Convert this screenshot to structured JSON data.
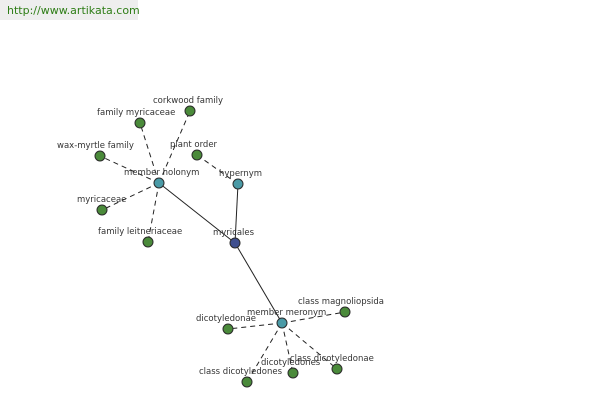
{
  "banner": {
    "link_text": "http://www.artikata.com"
  },
  "colors": {
    "center_node": "#3f4f8f",
    "relation_node": "#4a9aa6",
    "leaf_node": "#4a8a3a",
    "edge": "#222222",
    "banner_text": "#2e7d16",
    "banner_bg": "#eeeeee"
  },
  "graph": {
    "center": {
      "id": "myricales",
      "label": "myricales"
    },
    "relations": [
      {
        "id": "member-holonym",
        "label": "member holonym"
      },
      {
        "id": "hypernym",
        "label": "hypernym"
      },
      {
        "id": "member-meronym",
        "label": "member meronym"
      }
    ],
    "leaves": [
      {
        "id": "corkwood-family",
        "label": "corkwood family",
        "relation": "member-holonym"
      },
      {
        "id": "family-myricaceae",
        "label": "family myricaceae",
        "relation": "member-holonym"
      },
      {
        "id": "wax-myrtle-family",
        "label": "wax-myrtle family",
        "relation": "member-holonym"
      },
      {
        "id": "myricaceae",
        "label": "myricaceae",
        "relation": "member-holonym"
      },
      {
        "id": "family-leitneriaceae",
        "label": "family leitneriaceae",
        "relation": "member-holonym"
      },
      {
        "id": "plant-order",
        "label": "plant order",
        "relation": "hypernym"
      },
      {
        "id": "class-magnoliopsida",
        "label": "class magnoliopsida",
        "relation": "member-meronym"
      },
      {
        "id": "dicotyledonae",
        "label": "dicotyledonae",
        "relation": "member-meronym"
      },
      {
        "id": "dicotyledones",
        "label": "dicotyledones",
        "relation": "member-meronym"
      },
      {
        "id": "class-dicotyledonae",
        "label": "class dicotyledonae",
        "relation": "member-meronym"
      },
      {
        "id": "class-dicotyledones",
        "label": "class dicotyledones",
        "relation": "member-meronym"
      }
    ]
  }
}
